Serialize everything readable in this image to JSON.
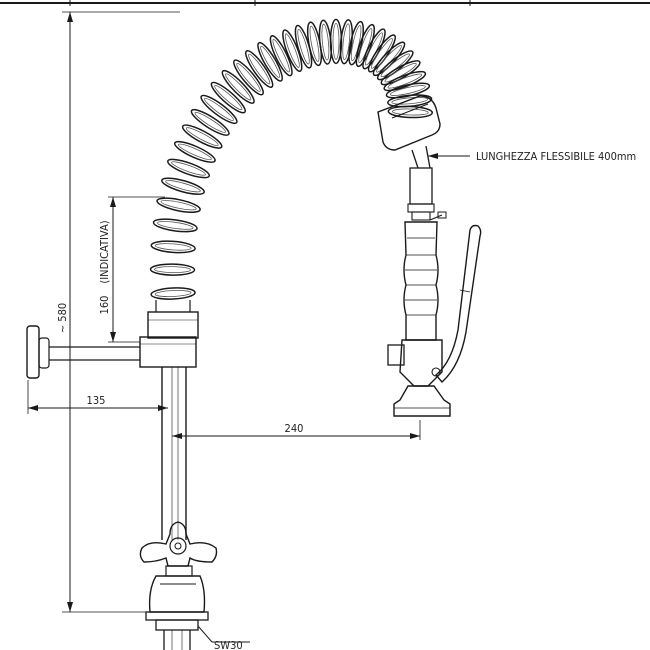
{
  "dimensions": {
    "total_height": "~ 580",
    "arm_height": "160",
    "arm_height_note": "(INDICATIVA)",
    "wall_offset": "135",
    "reach": "240",
    "hose_length_label": "LUNGHEZZA FLESSIBILE 400mm",
    "wrench_size": "SW30"
  }
}
